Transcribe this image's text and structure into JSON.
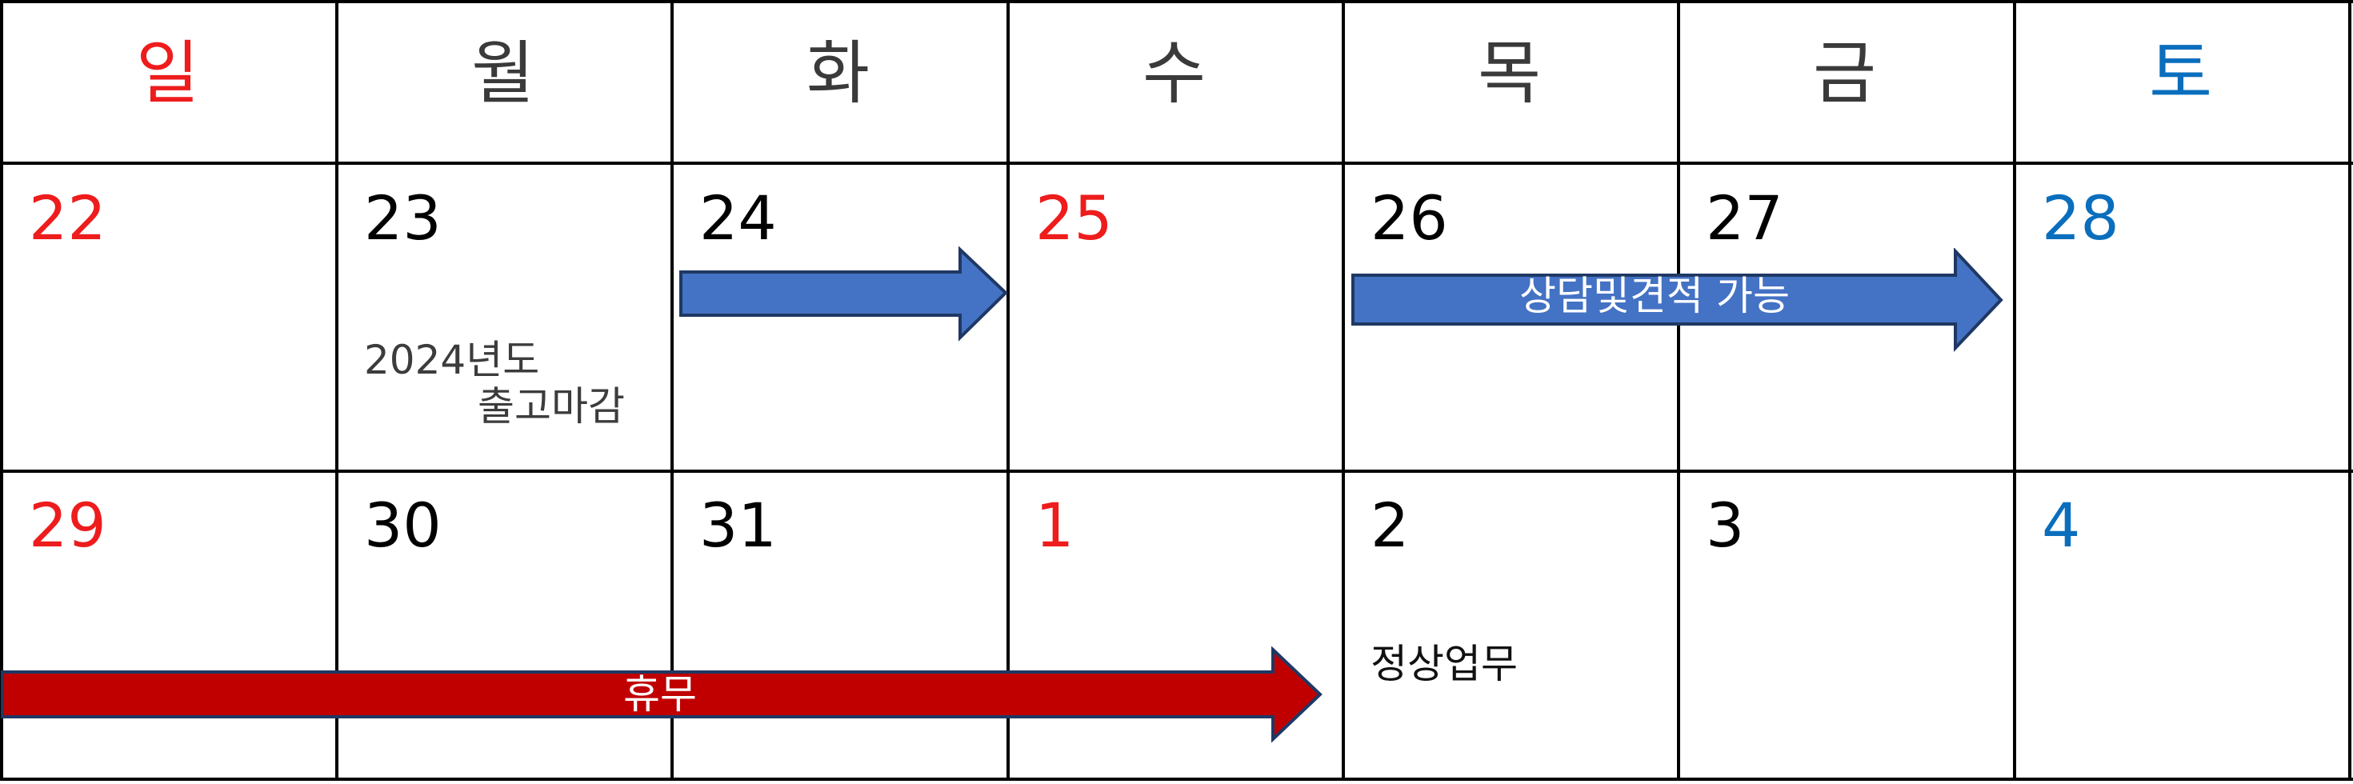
{
  "weekdays": [
    {
      "label": "일",
      "color": "#ee1c1c"
    },
    {
      "label": "월",
      "color": "#3a3a3a"
    },
    {
      "label": "화",
      "color": "#3a3a3a"
    },
    {
      "label": "수",
      "color": "#3a3a3a"
    },
    {
      "label": "목",
      "color": "#3a3a3a"
    },
    {
      "label": "금",
      "color": "#3a3a3a"
    },
    {
      "label": "토",
      "color": "#0a6ebd"
    }
  ],
  "weeks": [
    {
      "days": [
        "22",
        "23",
        "24",
        "25",
        "26",
        "27",
        "28"
      ]
    },
    {
      "days": [
        "29",
        "30",
        "31",
        "1",
        "2",
        "3",
        "4"
      ]
    }
  ],
  "notes": {
    "closing_line1": "2024년도",
    "closing_line2": "출고마감",
    "normal_work": "정상업무"
  },
  "arrows": {
    "blue_label": "상담및견적 가능",
    "red_label": "휴무",
    "blue_color": "#4472c4",
    "red_color": "#c00000",
    "outline_color": "#1f3864"
  },
  "colors": {
    "sunday": "#ee1c1c",
    "saturday": "#0a6ebd",
    "holiday": "#ee1c1c"
  }
}
